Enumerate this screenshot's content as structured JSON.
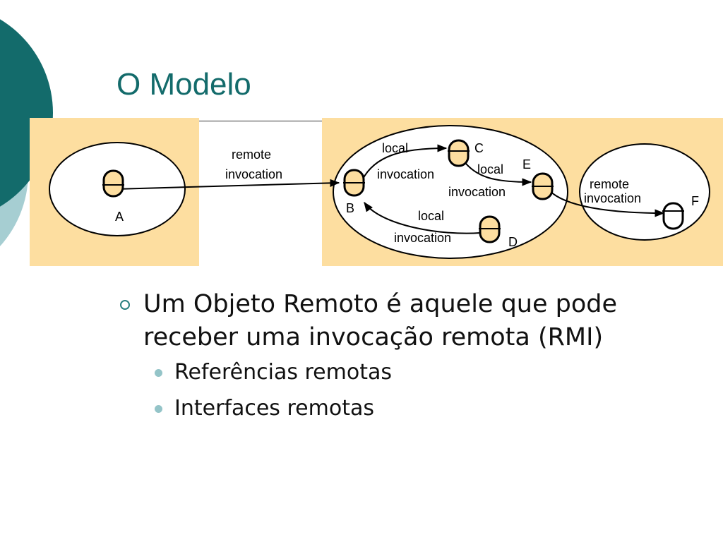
{
  "slide": {
    "title": "O Modelo"
  },
  "diagram": {
    "objects": {
      "a": "A",
      "b": "B",
      "c": "C",
      "d": "D",
      "e": "E",
      "f": "F"
    },
    "labels": {
      "ab_line1": "remote",
      "ab_line2": "invocation",
      "bc_line1": "local",
      "bc_line2": "invocation",
      "ce_line1": "local",
      "ce_line2": "invocation",
      "db_line1": "local",
      "db_line2": "invocation",
      "ef_line1": "remote",
      "ef_line2": "invocation"
    }
  },
  "bullets": {
    "main": "Um Objeto Remoto é aquele que pode receber uma invocação remota (RMI)",
    "sub": [
      "Referências remotas",
      "Interfaces remotas"
    ]
  },
  "colors": {
    "accent": "#136b6b",
    "process_fill": "#fddea0",
    "sub_bullet": "#94c4c8"
  }
}
